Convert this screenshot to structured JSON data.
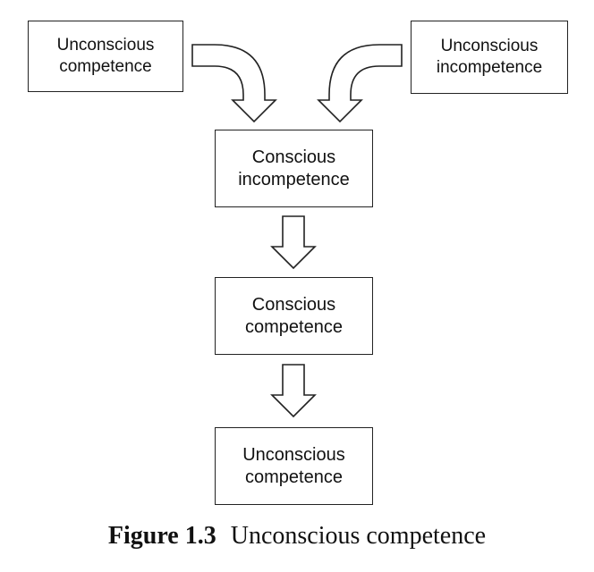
{
  "diagram": {
    "boxes": {
      "top_left": "Unconscious\ncompetence",
      "top_right": "Unconscious\nincompetence",
      "conscious_incompetence": "Conscious\nincompetence",
      "conscious_competence": "Conscious\ncompetence",
      "unconscious_competence": "Unconscious\ncompetence"
    },
    "caption": {
      "label": "Figure 1.3",
      "title": "Unconscious competence"
    },
    "colors": {
      "stroke": "#222222",
      "background": "#ffffff",
      "text": "#111111"
    }
  }
}
